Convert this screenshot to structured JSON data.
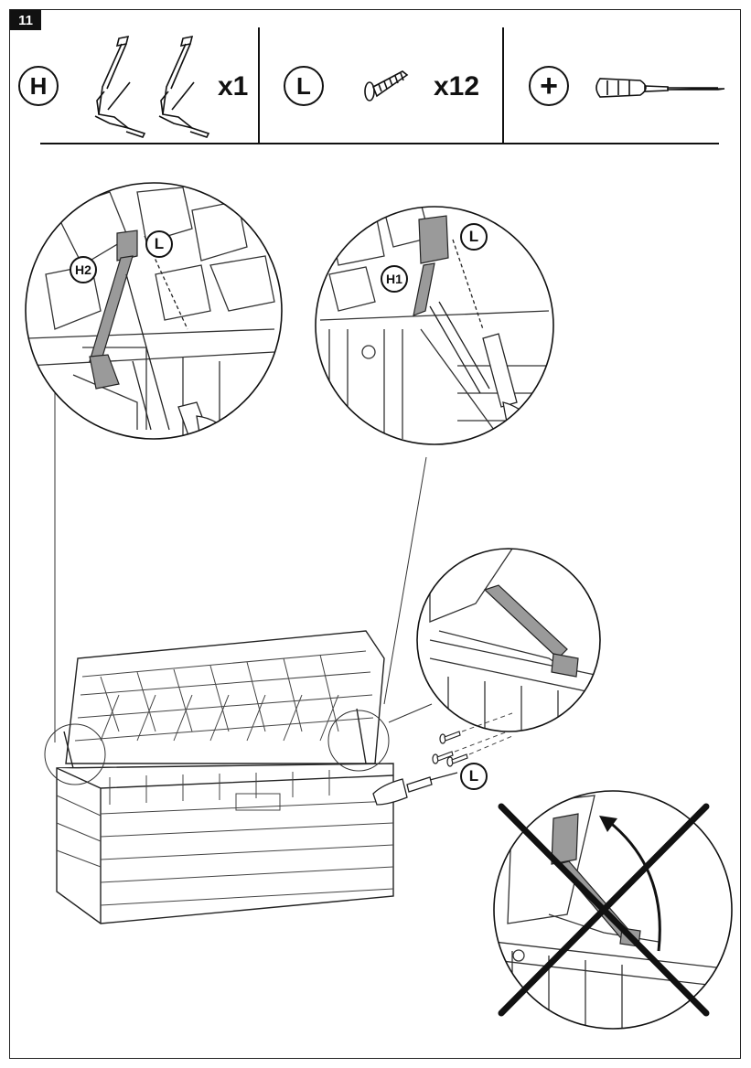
{
  "step": {
    "number": "11"
  },
  "parts": [
    {
      "letter": "H",
      "quantity": "x1",
      "icon": "gas-strut-hinge-icon"
    },
    {
      "letter": "L",
      "quantity": "x12",
      "icon": "screw-icon"
    }
  ],
  "tool": {
    "symbol": "+",
    "icon": "phillips-screwdriver-icon"
  },
  "callouts": {
    "detail_left": {
      "part": "H2",
      "screw": "L"
    },
    "detail_right": {
      "part": "H1",
      "screw": "L"
    },
    "main_screw": "L"
  },
  "warning": {
    "icon": "cross-out-icon"
  }
}
